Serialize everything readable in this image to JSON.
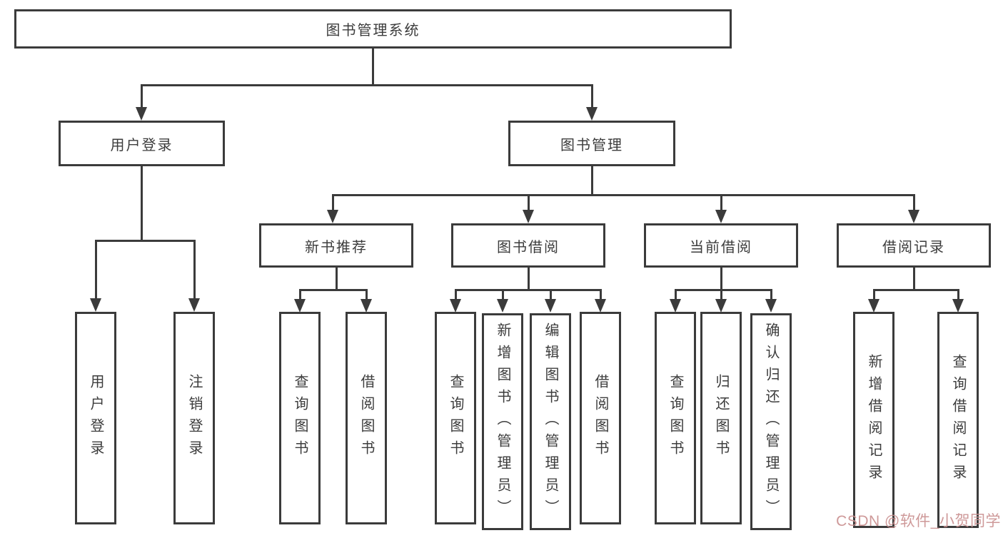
{
  "tree": {
    "root": {
      "label": "图书管理系统"
    },
    "login": {
      "label": "用户登录",
      "children": [
        {
          "label": "用户登录"
        },
        {
          "label": "注销登录"
        }
      ]
    },
    "manage": {
      "label": "图书管理",
      "groups": [
        {
          "label": "新书推荐",
          "children": [
            {
              "label": "查询图书"
            },
            {
              "label": "借阅图书"
            }
          ]
        },
        {
          "label": "图书借阅",
          "children": [
            {
              "label": "查询图书"
            },
            {
              "label": "新增图书（管理员）"
            },
            {
              "label": "编辑图书（管理员）"
            },
            {
              "label": "借阅图书"
            }
          ]
        },
        {
          "label": "当前借阅",
          "children": [
            {
              "label": "查询图书"
            },
            {
              "label": "归还图书"
            },
            {
              "label": "确认归还（管理员）"
            }
          ]
        },
        {
          "label": "借阅记录",
          "children": [
            {
              "label": "新增借阅记录"
            },
            {
              "label": "查询借阅记录"
            }
          ]
        }
      ]
    }
  },
  "watermark": {
    "text": "CSDN @软件_小贺同学"
  },
  "colors": {
    "line": "#3b3b3b",
    "text": "#3c3c3c",
    "box_bg": "#ffffff",
    "watermark": "#c98e8e"
  }
}
